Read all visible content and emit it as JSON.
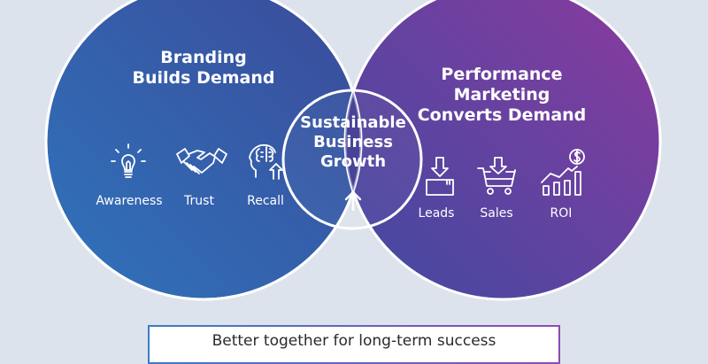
{
  "diagram": {
    "type": "venn",
    "left_circle": {
      "title_line1": "Branding",
      "title_line2": "Builds Demand",
      "color_start": "#2f6fb5",
      "color_end": "#3a4f9e",
      "items": [
        {
          "label": "Awareness",
          "icon": "lightbulb-icon"
        },
        {
          "label": "Trust",
          "icon": "handshake-icon"
        },
        {
          "label": "Recall",
          "icon": "brain-head-arrow-icon"
        }
      ]
    },
    "right_circle": {
      "title_line1": "Performance",
      "title_line2": "Marketing",
      "title_line3": "Converts Demand",
      "color_start": "#4a4aa0",
      "color_end": "#8a3aa0",
      "items": [
        {
          "label": "Leads",
          "icon": "download-box-icon"
        },
        {
          "label": "Sales",
          "icon": "shopping-cart-icon"
        },
        {
          "label": "ROI",
          "icon": "growth-chart-dollar-icon"
        }
      ]
    },
    "center": {
      "title_line1": "Sustainable",
      "title_line2": "Business",
      "title_line3": "Growth",
      "icon": "up-arrow-icon"
    },
    "footer": {
      "text": "Better together for long-term success",
      "border_start": "#3d7bc4",
      "border_end": "#8e4bb5"
    },
    "background": "#dde3ec"
  }
}
